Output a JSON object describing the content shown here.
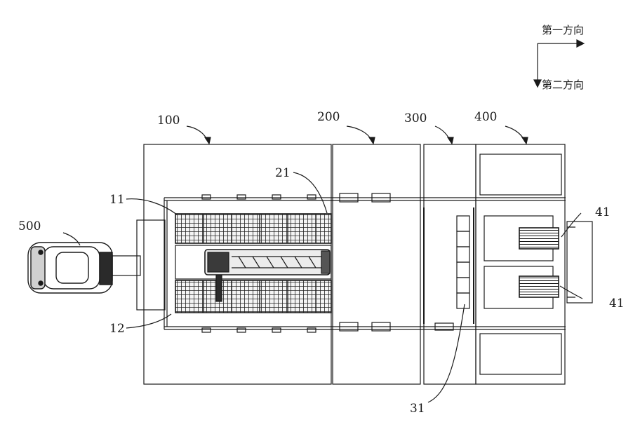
{
  "direction_legend": {
    "first_direction": "第一方向",
    "second_direction": "第二方向"
  },
  "labels": {
    "section_100": "100",
    "section_200": "200",
    "section_300": "300",
    "section_400": "400",
    "part_500": "500",
    "part_11": "11",
    "part_12": "12",
    "part_21": "21",
    "part_31": "31",
    "part_41_top": "41",
    "part_41_bottom": "41"
  },
  "colors": {
    "line": "#1a1a1a",
    "fill_dark": "#2a2a2a",
    "fill_mid": "#6a6a6a",
    "fill_light": "#d8d8d8"
  }
}
